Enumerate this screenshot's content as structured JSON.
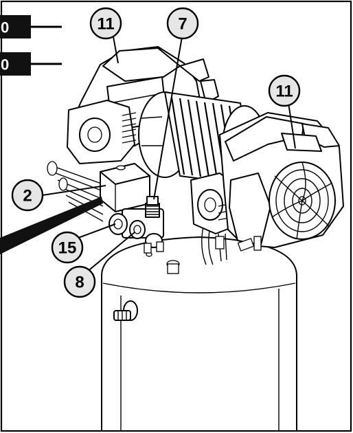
{
  "tabs": [
    {
      "label": "0"
    },
    {
      "label": "0"
    }
  ],
  "callouts": [
    {
      "label": "11"
    },
    {
      "label": "7"
    },
    {
      "label": "11"
    },
    {
      "label": "2"
    },
    {
      "label": "15"
    },
    {
      "label": "8"
    }
  ]
}
